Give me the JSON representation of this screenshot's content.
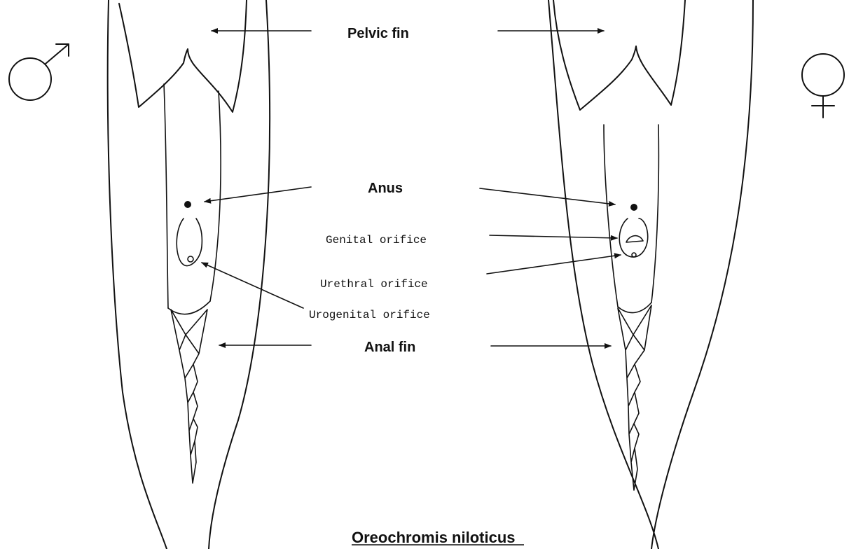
{
  "labels": {
    "pelvic_fin": "Pelvic fin",
    "anus": "Anus",
    "genital_orifice": "Genital orifice",
    "urethral_orifice": "Urethral orifice",
    "urogenital_orifice": "Urogenital orifice",
    "anal_fin": "Anal fin",
    "species": "Oreochromis niloticus"
  },
  "symbols": {
    "male": "male-symbol",
    "female": "female-symbol"
  }
}
